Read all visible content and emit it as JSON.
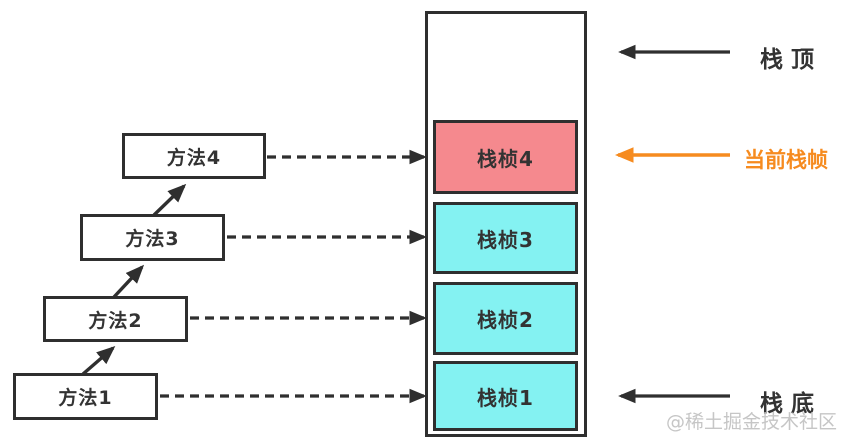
{
  "diagram": {
    "methods": [
      {
        "label": "方法4"
      },
      {
        "label": "方法3"
      },
      {
        "label": "方法2"
      },
      {
        "label": "方法1"
      }
    ],
    "stack_frames": [
      {
        "label": "栈桢4",
        "current": true
      },
      {
        "label": "栈桢3",
        "current": false
      },
      {
        "label": "栈桢2",
        "current": false
      },
      {
        "label": "栈桢1",
        "current": false
      }
    ],
    "annotations": {
      "stack_top": "栈 顶",
      "current_frame": "当前栈帧",
      "stack_bottom": "栈 底"
    },
    "watermark": "@稀土掘金技术社区"
  },
  "colors": {
    "current_frame_fill": "#f5898e",
    "frame_fill": "#84f2f2",
    "accent_orange": "#f68b1f",
    "line": "#2f2f2f",
    "text": "#333333",
    "watermark": "#c6c6c6"
  }
}
